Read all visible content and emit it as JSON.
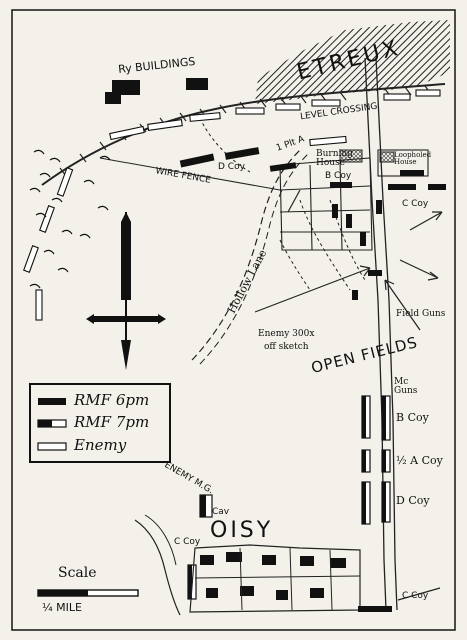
{
  "labels": {
    "etreux": "ETREUX",
    "ry_buildings": "Ry BUILDINGS",
    "level_crossing": "LEVEL CROSSING",
    "one_plt_a": "1 Plt A",
    "d_coy_top": "D Coy",
    "burning_house": "Burning House",
    "loopholed_house": "Loopholed House",
    "b_coy_top": "B Coy",
    "c_coy_right": "C Coy",
    "wire_fence": "WIRE FENCE",
    "hollow_lane": "Hollow Lane",
    "field_guns": "Field Guns",
    "enemy_300x": "Enemy 300x",
    "off_sketch": "off sketch",
    "open_fields": "OPEN FIELDS",
    "mc_guns": "Mc Guns",
    "b_coy_lower": "B Coy",
    "half_a_coy": "½ A Coy",
    "d_coy_lower": "D Coy",
    "enemy_mg": "ENEMY M.G.",
    "cav": "Cav",
    "oisy": "OISY",
    "c_coy_left": "C Coy",
    "c_coy_bottom": "C Coy",
    "scale": "Scale",
    "quarter_mile": "¼ MILE"
  },
  "legend": {
    "items": [
      {
        "label": "RMF 6pm",
        "style": "solid"
      },
      {
        "label": "RMF 7pm",
        "style": "half"
      },
      {
        "label": "Enemy",
        "style": "hollow"
      }
    ]
  },
  "icons": {
    "north_arrow": "compass-arrow-icon"
  },
  "colors": {
    "paper": "#f3f1ea",
    "ink": "#1a1a1a"
  }
}
